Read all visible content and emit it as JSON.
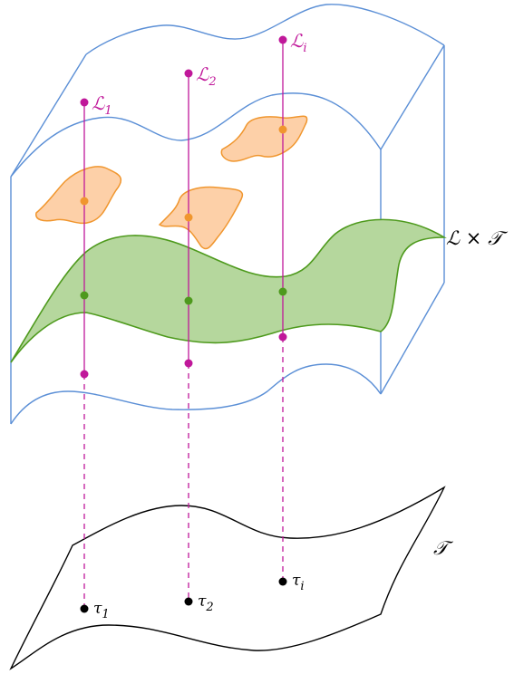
{
  "labels": {
    "L1": "ℒ",
    "L1_sub": "1",
    "L2": "ℒ",
    "L2_sub": "2",
    "Li": "ℒ",
    "Li_sub": "i",
    "product": "ℒ × 𝒯",
    "T": "𝒯",
    "tau1": "τ",
    "tau1_sub": "1",
    "tau2": "τ",
    "tau2_sub": "2",
    "taui": "τ",
    "taui_sub": "i"
  },
  "colors": {
    "blue_outline": "#5b8fd6",
    "magenta": "#c0189a",
    "green_fill": "#b5d79d",
    "green_stroke": "#4e9a1d",
    "orange_fill": "#fdd0a8",
    "orange_stroke": "#f0962e",
    "black": "#000000"
  }
}
